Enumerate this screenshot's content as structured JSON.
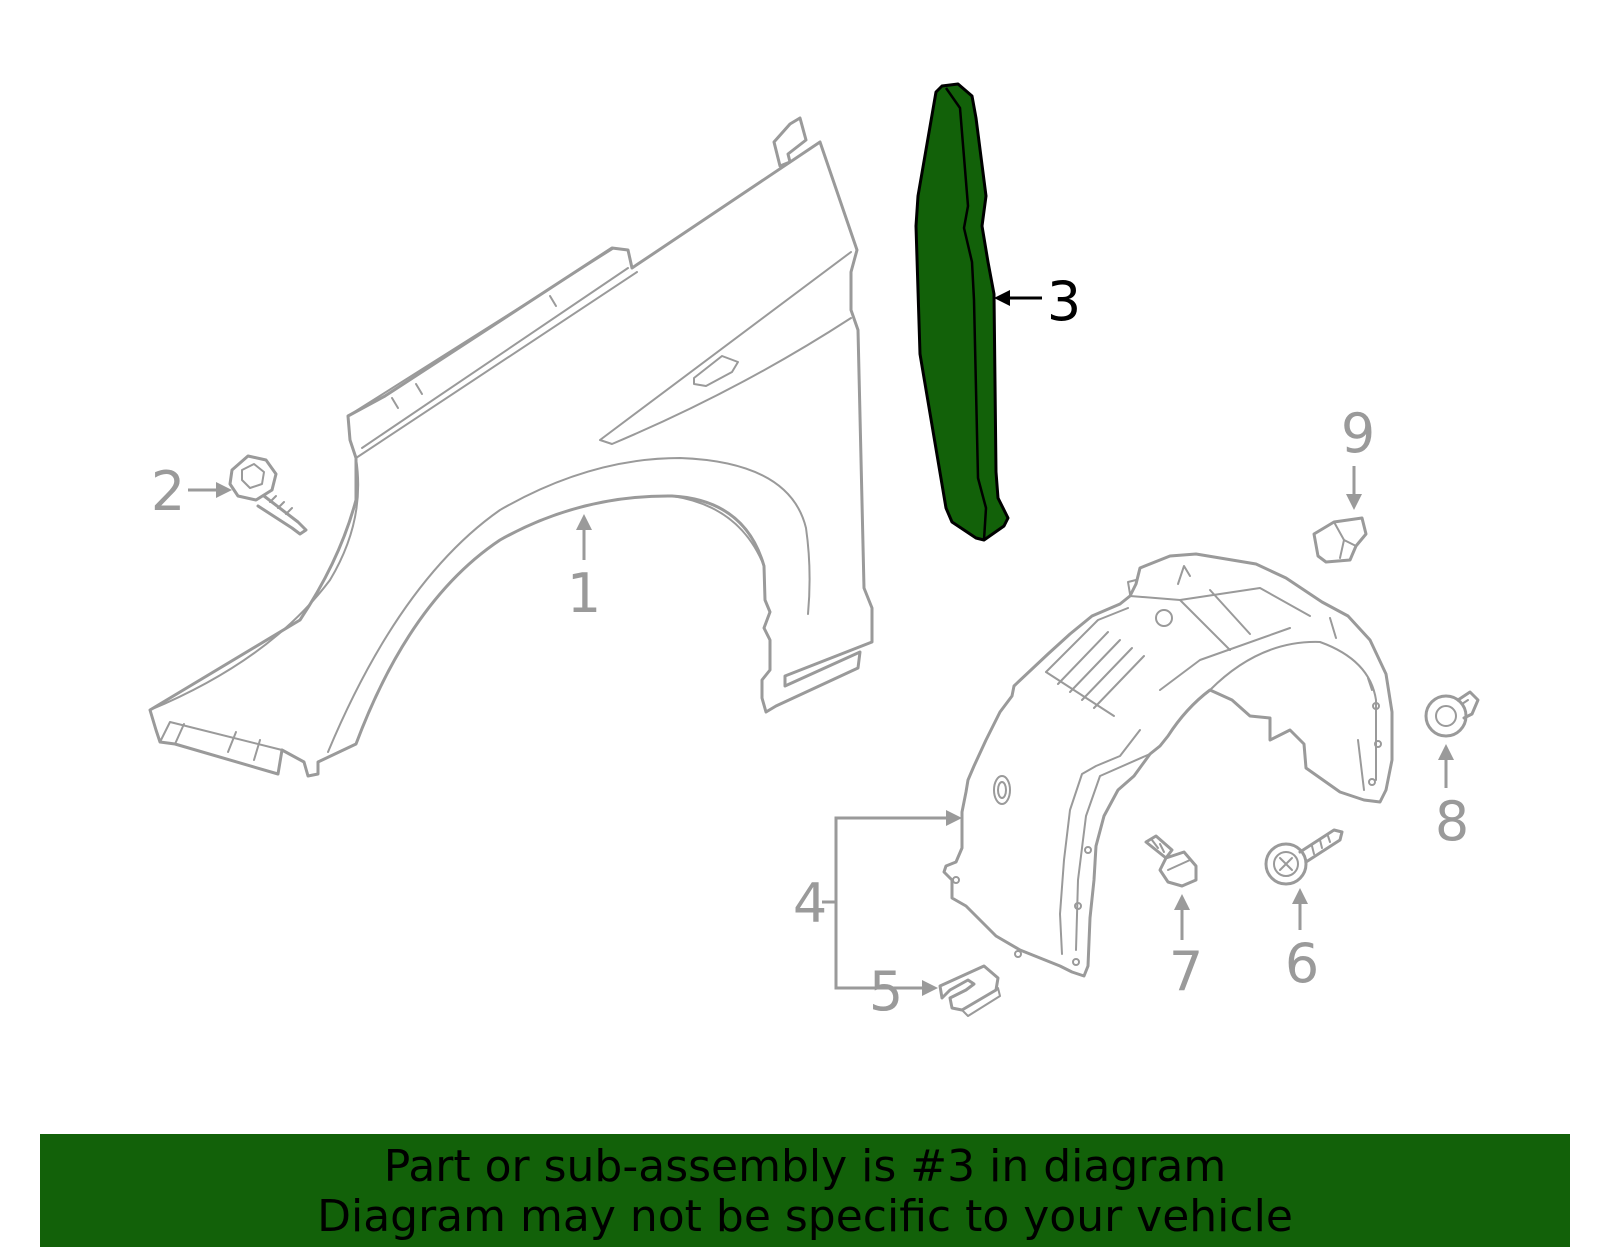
{
  "diagram": {
    "highlight_color": "#126109",
    "part_color": "#9a9a9a",
    "callouts": [
      {
        "label": "1",
        "part": "fender"
      },
      {
        "label": "2",
        "part": "bolt"
      },
      {
        "label": "3",
        "part": "fender-insulator",
        "highlighted": true
      },
      {
        "label": "4",
        "part": "fender-liner"
      },
      {
        "label": "5",
        "part": "u-nut"
      },
      {
        "label": "6",
        "part": "screw"
      },
      {
        "label": "7",
        "part": "stud-bolt"
      },
      {
        "label": "8",
        "part": "push-clip"
      },
      {
        "label": "9",
        "part": "retainer-clip"
      }
    ]
  },
  "banner": {
    "line1": "Part or sub-assembly is #3 in diagram",
    "line2": "Diagram may not be specific to your vehicle",
    "background": "#126109"
  }
}
